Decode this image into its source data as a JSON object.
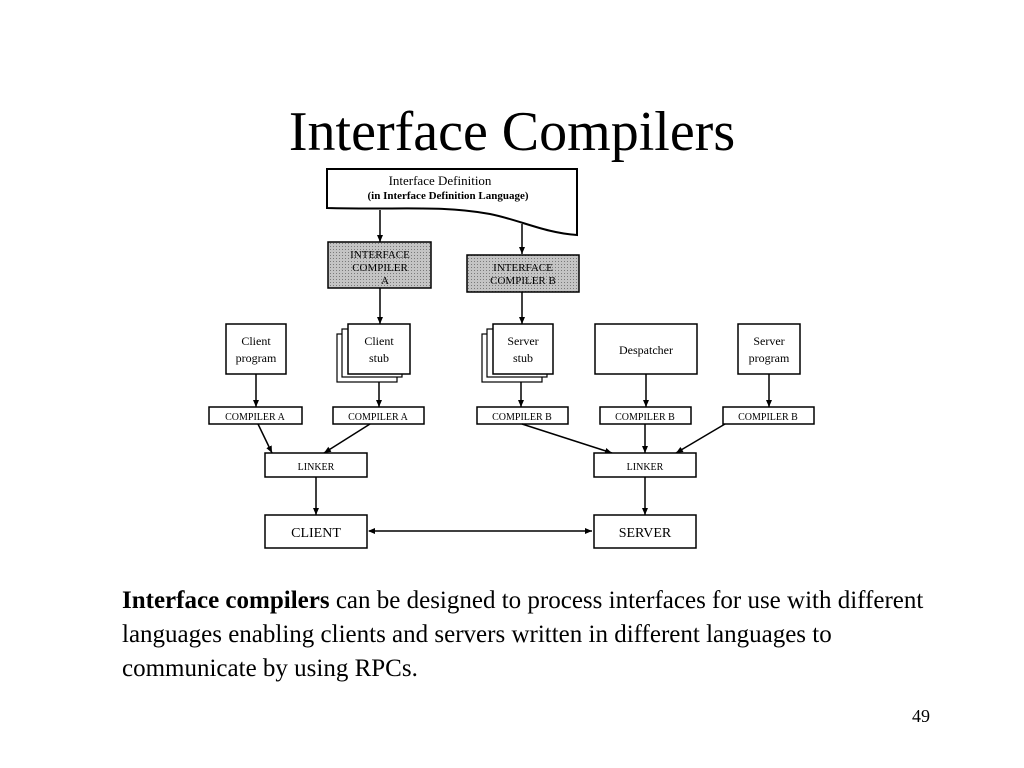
{
  "slide": {
    "title": "Interface Compilers",
    "page_number": "49",
    "caption": {
      "bold": "Interface compilers",
      "rest": " can be designed to process interfaces for use with different languages enabling clients and servers written in different languages to communicate by using RPCs."
    }
  },
  "diagram": {
    "definition": {
      "line1": "Interface  Definition",
      "line2": "(in Interface Definition Language)"
    },
    "compiler_a": {
      "line1": "INTERFACE",
      "line2": "COMPILER",
      "line3": "A"
    },
    "compiler_b": {
      "line1": "INTERFACE",
      "line2": "COMPILER  B"
    },
    "client_program": {
      "line1": "Client",
      "line2": "program"
    },
    "client_stub": {
      "line1": "Client",
      "line2": "stub"
    },
    "server_stub": {
      "line1": "Server",
      "line2": "stub"
    },
    "despatcher": {
      "line1": "Despatcher"
    },
    "server_program": {
      "line1": "Server",
      "line2": "program"
    },
    "compilers": [
      "COMPILER  A",
      "COMPILER  A",
      "COMPILER  B",
      "COMPILER  B",
      "COMPILER  B"
    ],
    "linker_client": "LINKER",
    "linker_server": "LINKER",
    "client": "CLIENT",
    "server": "SERVER"
  },
  "colors": {
    "shaded_box": "#b4b4b4"
  }
}
